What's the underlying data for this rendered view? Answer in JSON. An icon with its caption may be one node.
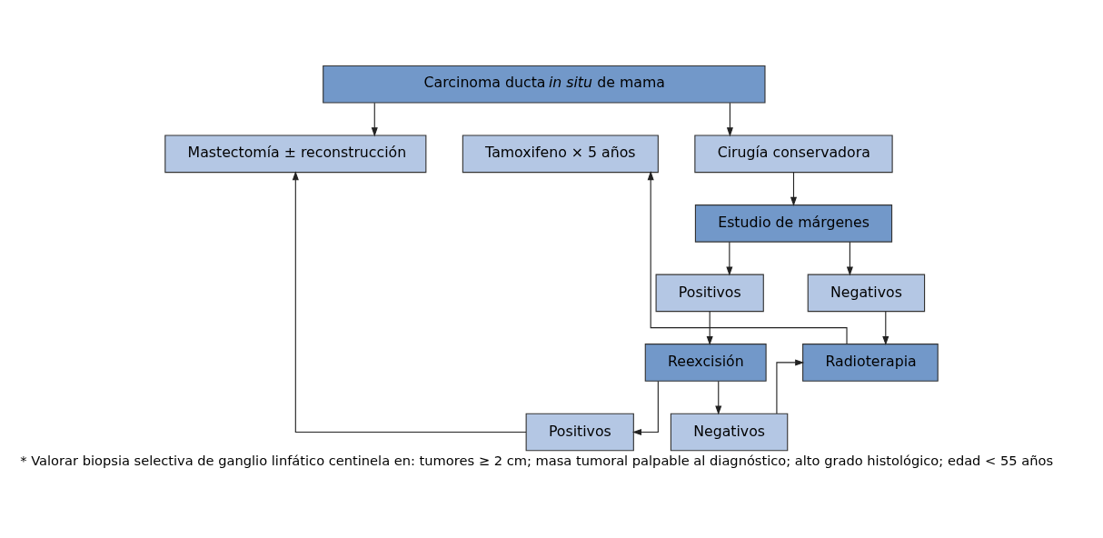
{
  "diagram": {
    "caption": "* Valorar biopsia selectiva de ganglio linfático centinela en: tumores ≥ 2 cm; masa tumoral palpable al diagnóstico; alto grado histológico; edad < 55 años",
    "nodes": [
      {
        "text": [
          "Carcinoma ducta *in situ* de mama"
        ]
      },
      {
        "text": [
          "Mastectomía ± reconstrucción"
        ]
      },
      {
        "text": [
          "Tamoxifeno × 5 años"
        ]
      },
      {
        "text": [
          "Cirugía conservadora"
        ]
      },
      {
        "text": [
          "Estudio de márgenes"
        ]
      },
      {
        "text": [
          "Positivos"
        ]
      },
      {
        "text": [
          "Negativos"
        ]
      },
      {
        "text": [
          "Reexcisión"
        ]
      },
      {
        "text": [
          "Radioterapia"
        ]
      },
      {
        "text": [
          "Positivos"
        ]
      },
      {
        "text": [
          "Negativos"
        ]
      }
    ],
    "edges": [
      {
        "from": 0,
        "to": 1,
        "arrow": "to"
      },
      {
        "from": 0,
        "to": 3,
        "arrow": "to"
      },
      {
        "from": 3,
        "to": 4,
        "arrow": "to"
      },
      {
        "from": 4,
        "to": 5,
        "arrow": "to"
      },
      {
        "from": 4,
        "to": 6,
        "arrow": "to"
      },
      {
        "from": 5,
        "to": 7,
        "arrow": "to"
      },
      {
        "from": 6,
        "to": 8,
        "arrow": "to"
      },
      {
        "from": 7,
        "to": 9,
        "arrow": "to"
      },
      {
        "from": 7,
        "to": 10,
        "arrow": "to"
      },
      {
        "from": 9,
        "to": 1,
        "arrow": "to"
      },
      {
        "from": 10,
        "to": 8,
        "arrow": "to"
      },
      {
        "from": 8,
        "to": 2,
        "arrow": "to"
      }
    ]
  }
}
